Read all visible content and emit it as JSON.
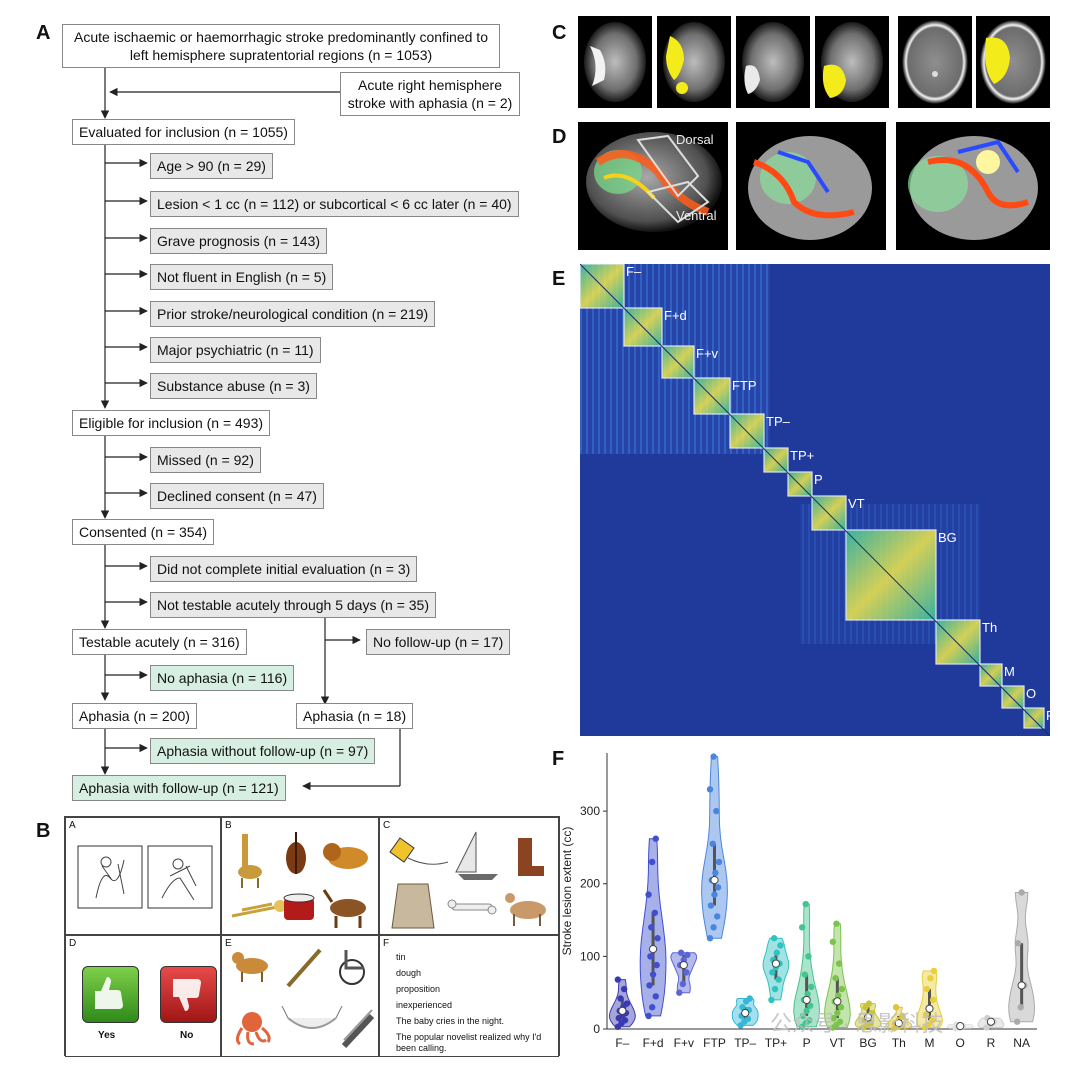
{
  "panels": {
    "A": "A",
    "B": "B",
    "C": "C",
    "D": "D",
    "E": "E",
    "F": "F"
  },
  "flow": {
    "top": "Acute ischaemic or haemorrhagic stroke predominantly confined to left hemisphere supratentorial regions (n = 1053)",
    "right_hem": "Acute right hemisphere stroke with aphasia (n = 2)",
    "evaluated": "Evaluated for inclusion (n = 1055)",
    "excl1": [
      "Age > 90 (n = 29)",
      "Lesion < 1 cc (n = 112) or subcortical < 6 cc later (n = 40)",
      "Grave prognosis (n = 143)",
      "Not fluent in English (n = 5)",
      "Prior stroke/neurological condition (n = 219)",
      "Major psychiatric (n = 11)",
      "Substance abuse (n = 3)"
    ],
    "eligible": "Eligible for inclusion (n = 493)",
    "excl2": [
      "Missed (n = 92)",
      "Declined consent (n = 47)"
    ],
    "consented": "Consented (n = 354)",
    "excl3": [
      "Did not complete initial evaluation (n = 3)",
      "Not testable acutely through 5 days (n = 35)"
    ],
    "testable": "Testable acutely (n = 316)",
    "no_follow": "No follow-up (n = 17)",
    "no_aphasia": "No aphasia (n = 116)",
    "aphasia200": "Aphasia (n = 200)",
    "aphasia18": "Aphasia (n = 18)",
    "aphasia_wo": "Aphasia without follow-up (n = 97)",
    "aphasia_w": "Aphasia with follow-up (n = 121)"
  },
  "panelB": {
    "cells": [
      "A",
      "B",
      "C",
      "D",
      "E",
      "F"
    ],
    "yes": "Yes",
    "no": "No",
    "words": [
      "tin",
      "dough",
      "proposition",
      "inexperienced",
      "The baby cries in the night.",
      "The popular novelist realized why I'd been calling."
    ]
  },
  "panelD": {
    "dorsal": "Dorsal",
    "ventral": "Ventral"
  },
  "panelE": {
    "modules": [
      "F–",
      "F+d",
      "F+v",
      "FTP",
      "TP–",
      "TP+",
      "P",
      "VT",
      "BG",
      "Th",
      "M",
      "O",
      "R"
    ],
    "colors": {
      "bg": "#1f3a9a",
      "hi": "#f2e84a",
      "mid": "#3ec6a0"
    }
  },
  "chart_data": {
    "type": "violin",
    "categories": [
      "F–",
      "F+d",
      "F+v",
      "FTP",
      "TP–",
      "TP+",
      "P",
      "VT",
      "BG",
      "Th",
      "M",
      "O",
      "R",
      "NA"
    ],
    "ylabel": "Stroke lesion extent (cc)",
    "ylim": [
      0,
      380
    ],
    "yticks": [
      0,
      100,
      200,
      300
    ],
    "colors": [
      "#3a3ab0",
      "#3f4fcf",
      "#5a66d8",
      "#4a86dd",
      "#35b8d6",
      "#2fc2c0",
      "#45c48e",
      "#7cc34c",
      "#c8c338",
      "#dcc53a",
      "#e9cf3a",
      "#e0e0e0",
      "#cfcfcf",
      "#aaaaaa"
    ],
    "series": [
      {
        "name": "F–",
        "values": [
          3,
          8,
          12,
          15,
          18,
          22,
          25,
          30,
          35,
          42,
          55,
          68
        ]
      },
      {
        "name": "F+d",
        "values": [
          18,
          30,
          45,
          60,
          75,
          88,
          100,
          110,
          125,
          140,
          160,
          185,
          230,
          262
        ]
      },
      {
        "name": "F+v",
        "values": [
          50,
          62,
          78,
          88,
          95,
          102,
          105
        ]
      },
      {
        "name": "FTP",
        "values": [
          125,
          140,
          155,
          170,
          185,
          195,
          205,
          215,
          230,
          255,
          300,
          330,
          375
        ]
      },
      {
        "name": "TP–",
        "values": [
          5,
          10,
          14,
          18,
          22,
          26,
          30,
          38,
          42
        ]
      },
      {
        "name": "TP+",
        "values": [
          40,
          55,
          68,
          78,
          85,
          90,
          95,
          105,
          115,
          125
        ]
      },
      {
        "name": "P",
        "values": [
          3,
          8,
          12,
          18,
          25,
          32,
          40,
          48,
          58,
          75,
          100,
          140,
          172
        ]
      },
      {
        "name": "VT",
        "values": [
          2,
          6,
          10,
          15,
          22,
          30,
          38,
          46,
          55,
          70,
          90,
          120,
          145
        ]
      },
      {
        "name": "BG",
        "values": [
          2,
          5,
          8,
          12,
          16,
          22,
          30,
          35
        ]
      },
      {
        "name": "Th",
        "values": [
          1,
          3,
          5,
          8,
          12,
          18,
          30
        ]
      },
      {
        "name": "M",
        "values": [
          2,
          6,
          12,
          20,
          28,
          40,
          55,
          70,
          80
        ]
      },
      {
        "name": "O",
        "values": [
          1,
          2,
          4,
          6
        ]
      },
      {
        "name": "R",
        "values": [
          2,
          5,
          10,
          15
        ]
      },
      {
        "name": "NA",
        "values": [
          10,
          30,
          60,
          118,
          188
        ]
      }
    ]
  },
  "watermark": "公众号 · 思影科技"
}
